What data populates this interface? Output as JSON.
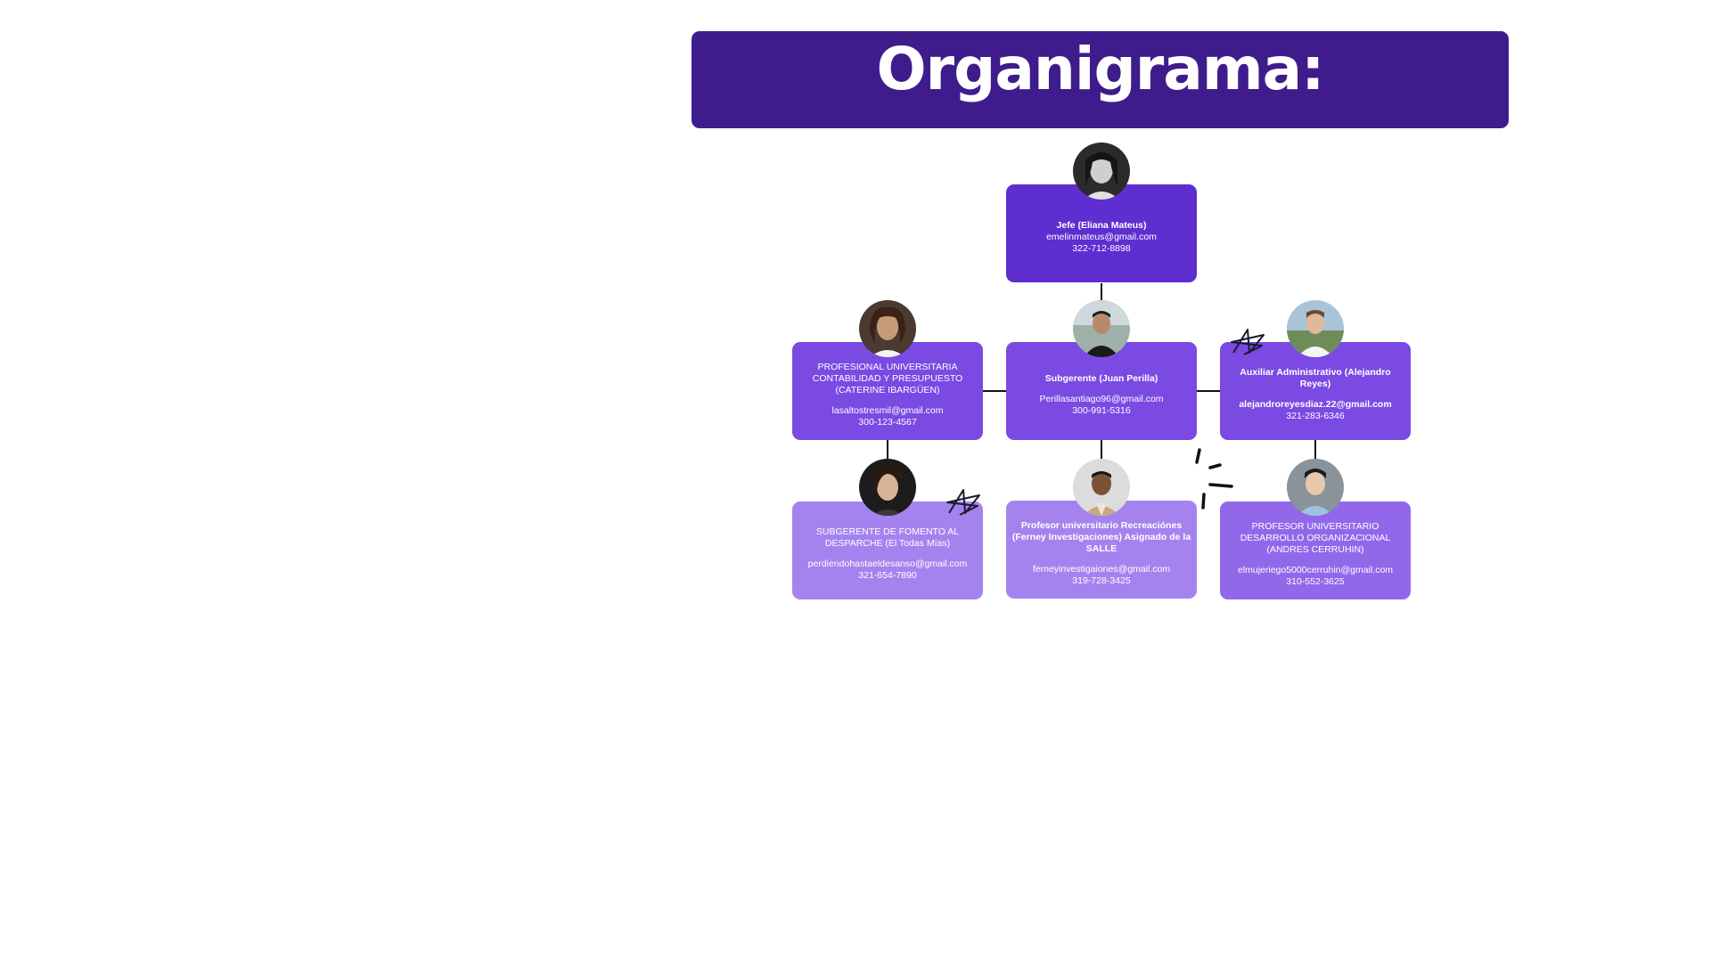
{
  "title": "Organigrama:",
  "colors": {
    "banner": "#3f1c8c",
    "box_dark": "#5e2ed0",
    "box_mid": "#7a4ae2",
    "box_light": "#9168ea",
    "box_lightest": "#a583ef",
    "connector": "#111111"
  },
  "nodes": {
    "jefe": {
      "name": "Jefe (Eliana Mateus)",
      "email": "emelinmateus@gmail.com",
      "phone": "322-712-8898"
    },
    "contabilidad": {
      "name": "PROFESIONAL UNIVERSITARIA CONTABILIDAD Y PRESUPUESTO (CATERINE IBARGÜEN)",
      "email": "lasaltostresmil@gmail.com",
      "phone": "300-123-4567"
    },
    "subgerente": {
      "name": "Subgerente (Juan Perilla)",
      "email": "Perillasantiago96@gmail.com",
      "phone": "300-991-5316"
    },
    "auxiliar": {
      "name": "Auxiliar Administrativo (Alejandro Reyes)",
      "email": "alejandroreyesdiaz.22@gmail.com",
      "phone": "321-283-6346"
    },
    "fomento": {
      "name": "SUBGERENTE DE FOMENTO AL DESPARCHE (El Todas Mías)",
      "email": "perdiendohastaeldesanso@gmail.com",
      "phone": "321-654-7890"
    },
    "profesor_recreaciones": {
      "name": "Profesor universitario Recreaciónes (Ferney Investigaciones) Asignado de la SALLE",
      "email": "ferneyinvestigaiones@gmail.com",
      "phone": "319-728-3425"
    },
    "profesor_desarrollo": {
      "name": "PROFESOR UNIVERSITARIO DESARROLLO ORGANIZACIONAL (ANDRES CERRUHIN)",
      "email": "elmujeriego5000cerruhin@gmail.com",
      "phone": "310-552-3625"
    }
  },
  "icons": [
    "person-photo-icon",
    "star-doodle-icon",
    "sparkle-doodle-icon"
  ]
}
